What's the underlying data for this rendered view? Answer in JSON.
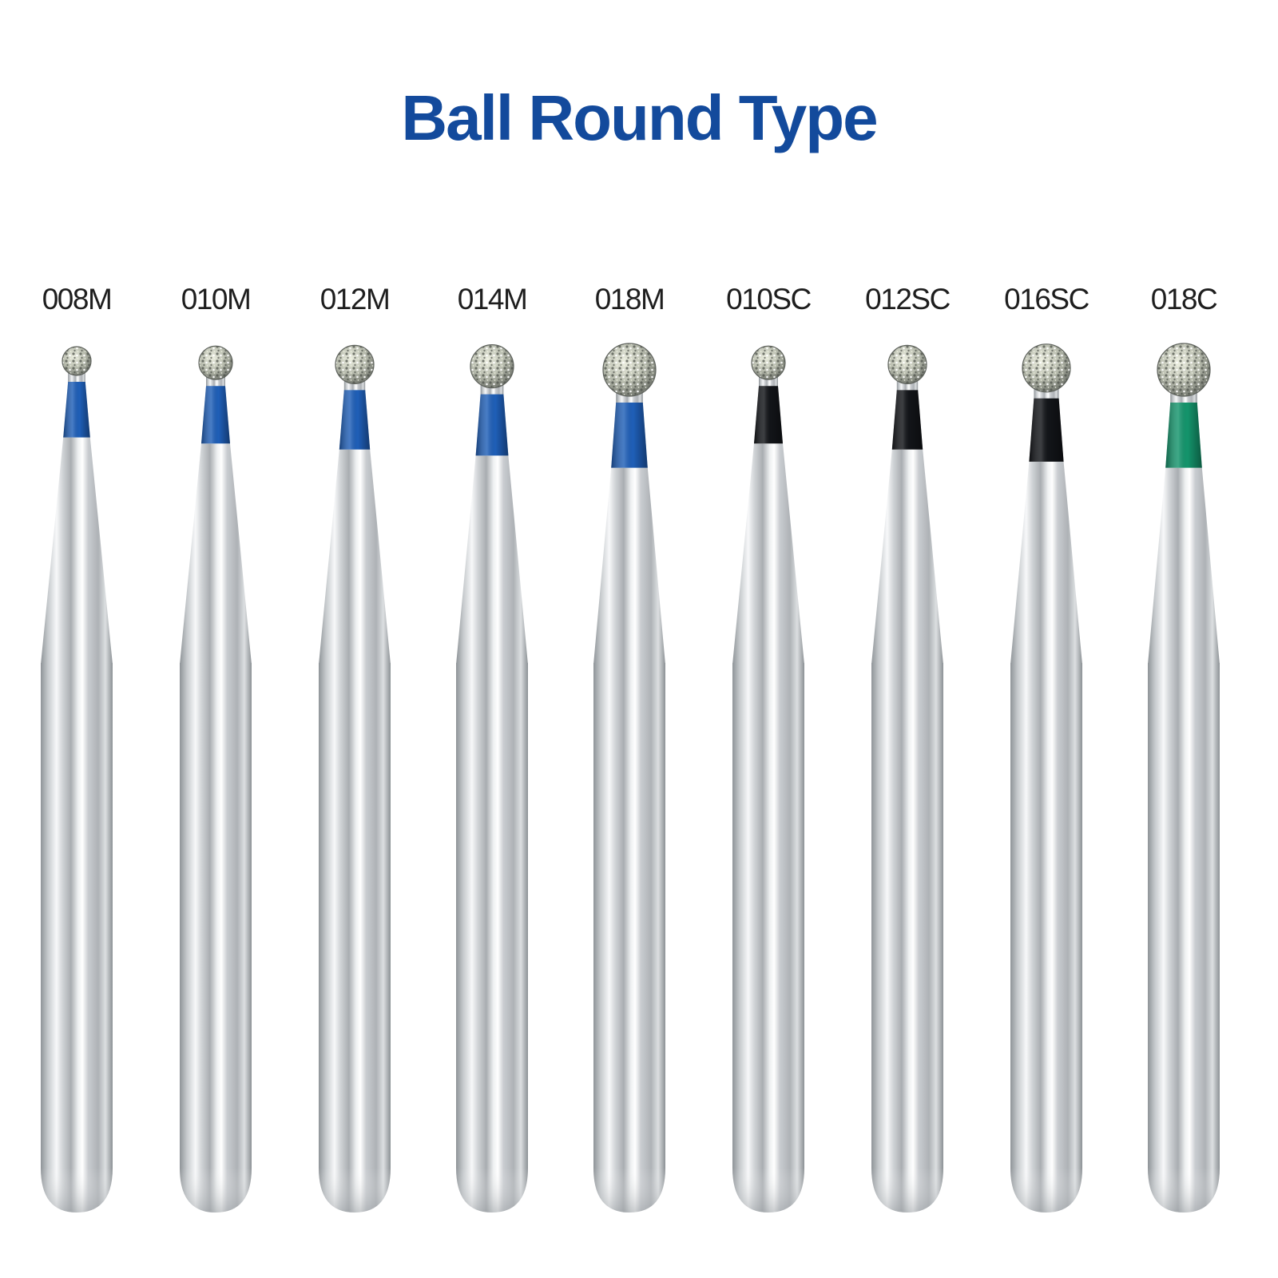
{
  "title": "Ball Round Type",
  "colors": {
    "title": "#134a9c",
    "band_blue": "#1f5fb8",
    "band_black": "#121418",
    "band_green": "#14956c"
  },
  "burs": [
    {
      "label": "008M",
      "band": "blue",
      "head_size": 8
    },
    {
      "label": "010M",
      "band": "blue",
      "head_size": 10
    },
    {
      "label": "012M",
      "band": "blue",
      "head_size": 12
    },
    {
      "label": "014M",
      "band": "blue",
      "head_size": 14
    },
    {
      "label": "018M",
      "band": "blue",
      "head_size": 18
    },
    {
      "label": "010SC",
      "band": "black",
      "head_size": 10
    },
    {
      "label": "012SC",
      "band": "black",
      "head_size": 12
    },
    {
      "label": "016SC",
      "band": "black",
      "head_size": 16
    },
    {
      "label": "018C",
      "band": "green",
      "head_size": 18
    }
  ]
}
